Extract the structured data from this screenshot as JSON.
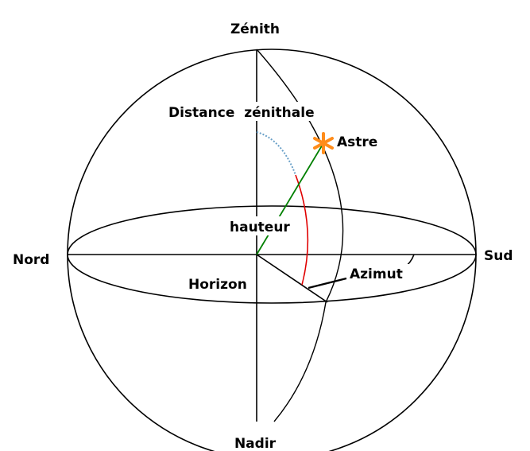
{
  "labels": {
    "zenith": "Zénith",
    "nadir": "Nadir",
    "nord": "Nord",
    "sud": "Sud",
    "distance_zenithale": "Distance  zénithale",
    "astre": "Astre",
    "hauteur": "hauteur",
    "horizon": "Horizon",
    "azimut": "Azimut"
  },
  "colors": {
    "outline": "#000000",
    "hauteur_line": "#008000",
    "hauteur_arc": "#e00000",
    "zenith_arc": "#6aa0c8",
    "star": "#ff8c1a"
  },
  "icons": {
    "star": "asterisk-star-icon"
  }
}
